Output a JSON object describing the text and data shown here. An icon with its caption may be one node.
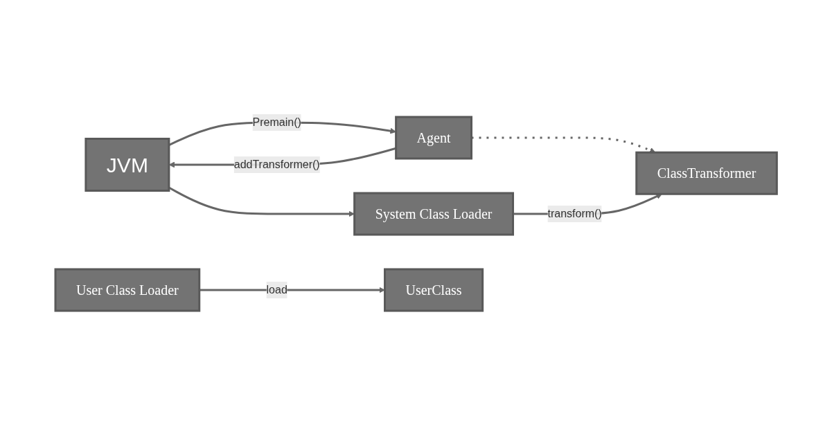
{
  "diagram": {
    "nodes": [
      {
        "text": [
          "JVM"
        ]
      },
      {
        "text": [
          "Agent"
        ]
      },
      {
        "text": [
          "ClassTransformer"
        ]
      },
      {
        "text": [
          "System Class Loader"
        ]
      },
      {
        "text": [
          "User Class Loader"
        ]
      },
      {
        "text": [
          "UserClass"
        ]
      }
    ],
    "edges": [
      {
        "from": 0,
        "to": 1,
        "arrow": "to",
        "label": "Premain()"
      },
      {
        "from": 1,
        "to": 0,
        "arrow": "to",
        "label": "addTransformer()"
      },
      {
        "from": 1,
        "to": 2,
        "arrow": "to",
        "style": "dashed"
      },
      {
        "from": 0,
        "to": 3,
        "arrow": "to"
      },
      {
        "from": 3,
        "to": 2,
        "arrow": "to",
        "label": "transform()"
      },
      {
        "from": 4,
        "to": 5,
        "arrow": "to",
        "label": "load"
      }
    ]
  }
}
